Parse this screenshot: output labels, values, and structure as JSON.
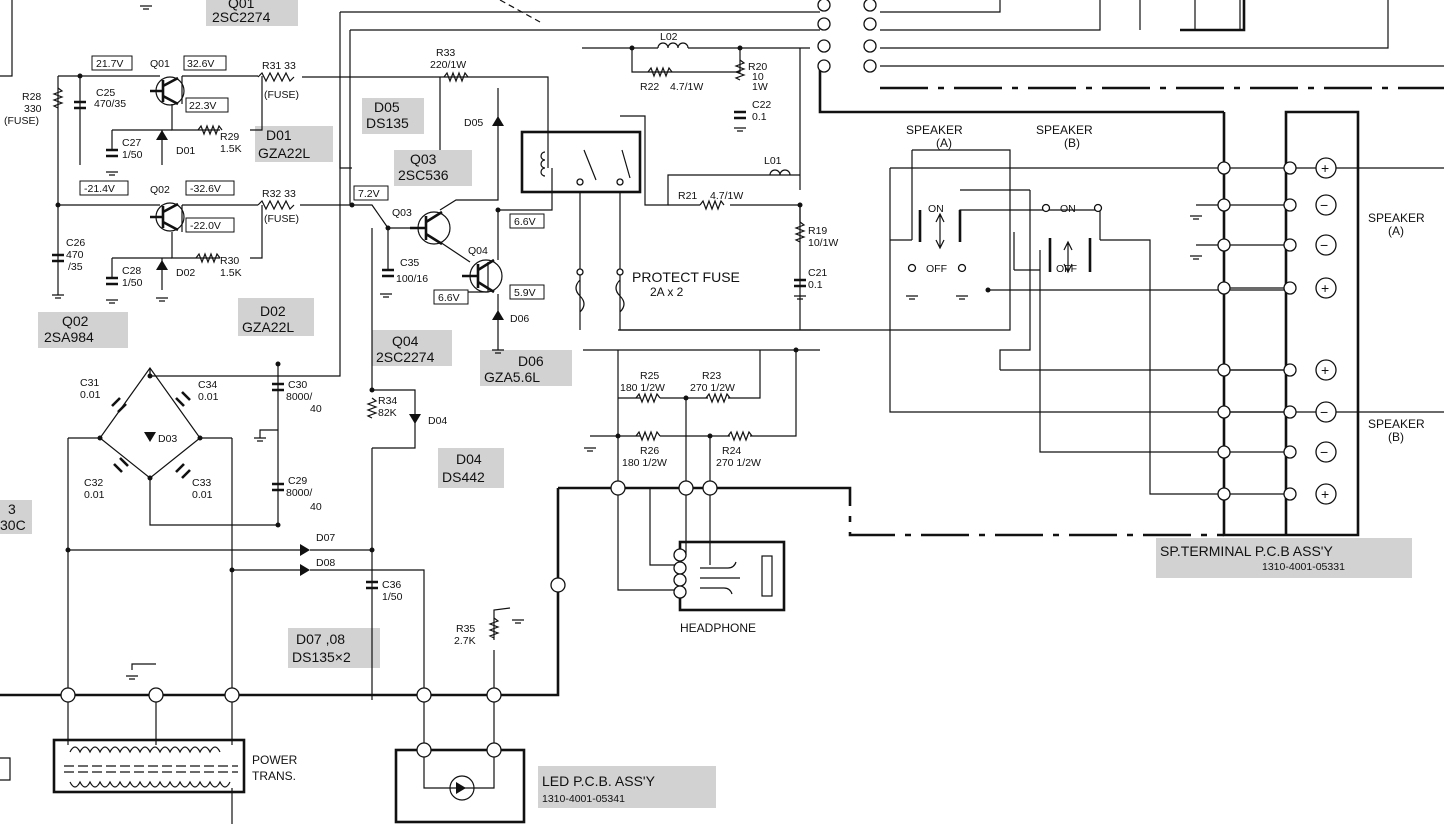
{
  "components": {
    "r28": {
      "ref": "R28",
      "value": "330",
      "note": "(FUSE)"
    },
    "c25": {
      "ref": "C25",
      "value": "470/35"
    },
    "c26": {
      "ref": "C26",
      "value1": "470",
      "value2": "/35"
    },
    "c27": {
      "ref": "C27",
      "value": "1/50"
    },
    "c28": {
      "ref": "C28",
      "value": "1/50"
    },
    "q01": {
      "ref": "Q01",
      "part": "2SC2274"
    },
    "q02": {
      "ref": "Q02",
      "part": "2SA984"
    },
    "q03": {
      "ref": "Q03",
      "part": "2SC536"
    },
    "q04": {
      "ref": "Q04",
      "part": "2SC2274"
    },
    "d01": {
      "ref": "D01",
      "part": "GZA22L"
    },
    "d02": {
      "ref": "D02",
      "part": "GZA22L"
    },
    "d03": {
      "ref": "D03"
    },
    "d04": {
      "ref": "D04",
      "part": "DS442"
    },
    "d05": {
      "ref": "D05",
      "part": "DS135"
    },
    "d06": {
      "ref": "D06",
      "part": "GZA5.6L"
    },
    "d07": {
      "ref": "D07"
    },
    "d08": {
      "ref": "D08"
    },
    "d0708": {
      "ref": "D07 ,08",
      "part": "DS135×2"
    },
    "r29": {
      "ref": "R29",
      "value": "1.5K"
    },
    "r30": {
      "ref": "R30",
      "value": "1.5K"
    },
    "r31": {
      "ref": "R31 33",
      "note": "(FUSE)"
    },
    "r32": {
      "ref": "R32 33",
      "note": "(FUSE)"
    },
    "r33": {
      "ref": "R33",
      "value": "220/1W"
    },
    "r34": {
      "ref": "R34",
      "value": "82K"
    },
    "r35": {
      "ref": "R35",
      "value": "2.7K"
    },
    "r19": {
      "ref": "R19",
      "value": "10/1W"
    },
    "r20": {
      "ref": "R20",
      "value1": "10",
      "value2": "1W"
    },
    "r21": {
      "ref": "R21",
      "value": "4.7/1W"
    },
    "r22": {
      "ref": "R22",
      "value": "4.7/1W"
    },
    "r23": {
      "ref": "R23",
      "value": "270 1/2W"
    },
    "r24": {
      "ref": "R24",
      "value": "270 1/2W"
    },
    "r25": {
      "ref": "R25",
      "value": "180 1/2W"
    },
    "r26": {
      "ref": "R26",
      "value": "180 1/2W"
    },
    "l01": {
      "ref": "L01"
    },
    "l02": {
      "ref": "L02"
    },
    "c21": {
      "ref": "C21",
      "value": "0.1"
    },
    "c22": {
      "ref": "C22",
      "value": "0.1"
    },
    "c29": {
      "ref": "C29",
      "value1": "8000/",
      "value2": "40"
    },
    "c30": {
      "ref": "C30",
      "value1": "8000/",
      "value2": "40"
    },
    "c31": {
      "ref": "C31",
      "value": "0.01"
    },
    "c32": {
      "ref": "C32",
      "value": "0.01"
    },
    "c33": {
      "ref": "C33",
      "value": "0.01"
    },
    "c34": {
      "ref": "C34",
      "value": "0.01"
    },
    "c35": {
      "ref": "C35",
      "value": "100/16"
    },
    "c36": {
      "ref": "C36",
      "value": "1/50"
    }
  },
  "voltages": {
    "q01_b": "21.7V",
    "q01_c": "32.6V",
    "q01_e": "22.3V",
    "q02_b": "-21.4V",
    "q02_c": "-32.6V",
    "q02_e": "-22.0V",
    "q03_b": "7.2V",
    "q03_c": "6.6V",
    "q04_b": "6.6V",
    "q04_e": "5.9V"
  },
  "labels": {
    "top_cut_part": "2SC2274",
    "top_cut_ref": "Q01",
    "left_cut_1": "3",
    "left_cut_2": "30C",
    "protect_fuse": "PROTECT FUSE",
    "protect_fuse_value": "2A x 2",
    "speaker_a_title": "SPEAKER",
    "speaker_a_sub": "(A)",
    "speaker_b_title": "SPEAKER",
    "speaker_b_sub": "(B)",
    "switch_on": "ON",
    "switch_off": "OFF",
    "out_a_title": "SPEAKER",
    "out_a_sub": "(A)",
    "out_b_title": "SPEAKER",
    "out_b_sub": "(B)",
    "headphone": "HEADPHONE",
    "power_trans_1": "POWER",
    "power_trans_2": "TRANS.",
    "sp_terminal": "SP.TERMINAL P.C.B  ASS'Y",
    "sp_terminal_part": "1310-4001-05331",
    "led_pcb": "LED P.C.B. ASS'Y",
    "led_pcb_part": "1310-4001-05341",
    "plus": "+",
    "minus": "−"
  }
}
